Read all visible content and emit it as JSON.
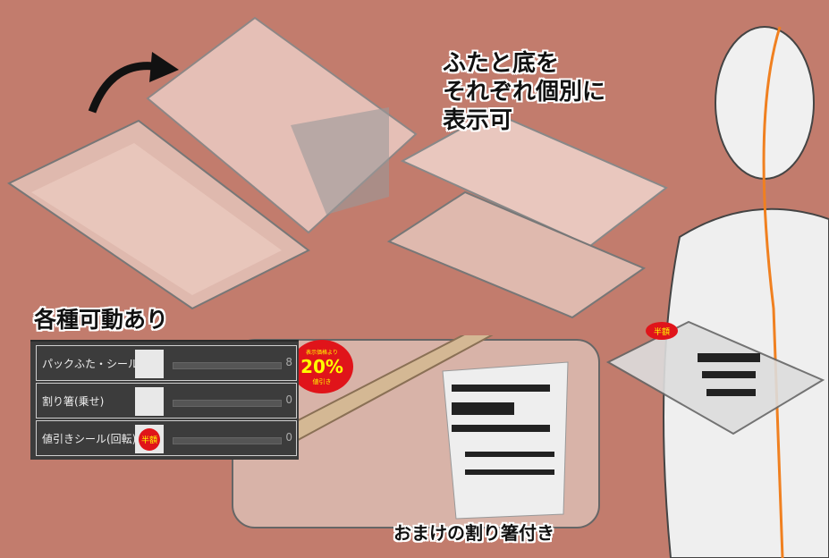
{
  "captions": {
    "top_right": [
      "ふたと底を",
      "それぞれ個別に",
      "表示可"
    ],
    "movable": "各種可動あり",
    "bottom": "おまけの割り箸付き"
  },
  "panel": {
    "rows": [
      {
        "label": "パックふた・シール",
        "value": "8",
        "thumb": "pack-lid-icon"
      },
      {
        "label": "割り箸(乗せ)",
        "value": "0",
        "thumb": "chopsticks-icon"
      },
      {
        "label": "値引きシール(回転)",
        "value": "0",
        "thumb": "discount-sticker-icon"
      }
    ]
  },
  "stickers": {
    "discount_big": "20%",
    "discount_small_top": "表示価格より",
    "discount_small_bottom": "値引き",
    "half_price": "半額"
  },
  "colors": {
    "background": "#c27c6d",
    "tray": "#e6c2b8",
    "sticker_red": "#e0141a",
    "sticker_yellow": "#f5e600"
  }
}
